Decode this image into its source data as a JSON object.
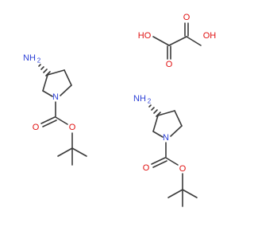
{
  "colors": {
    "bond": "#3a3a3a",
    "nitrogen": "#2b3fd6",
    "oxygen": "#e01010"
  },
  "oxalic_acid": {
    "labels": {
      "ho_left": "HO",
      "oh_right": "OH",
      "o_lower_left": "O",
      "o_upper_right": "O"
    }
  },
  "molecule_1": {
    "labels": {
      "nh2": "NH",
      "nh2_sub": "2",
      "ring_n": "N",
      "carbonyl_o": "O",
      "ester_o": "O"
    }
  },
  "molecule_2": {
    "labels": {
      "nh2": "NH",
      "nh2_sub": "2",
      "ring_n": "N",
      "carbonyl_o": "O",
      "ester_o": "O"
    }
  }
}
